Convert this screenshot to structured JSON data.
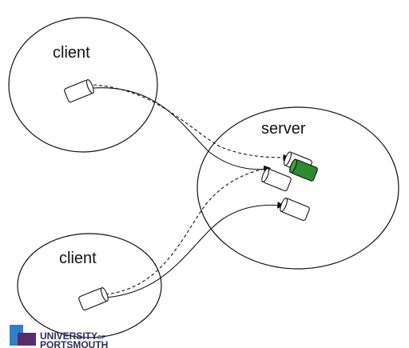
{
  "labels": {
    "client_top": "client",
    "server": "server",
    "client_bottom": "client"
  },
  "logo": {
    "line1": "UNIVERSITY",
    "of": "OF",
    "line2": "PORTSMOUTH"
  },
  "colors": {
    "stroke": "#111111",
    "active_socket": "#2e8b2e",
    "logo_blue": "#2f80c8",
    "logo_purple": "#5b2a6e"
  }
}
